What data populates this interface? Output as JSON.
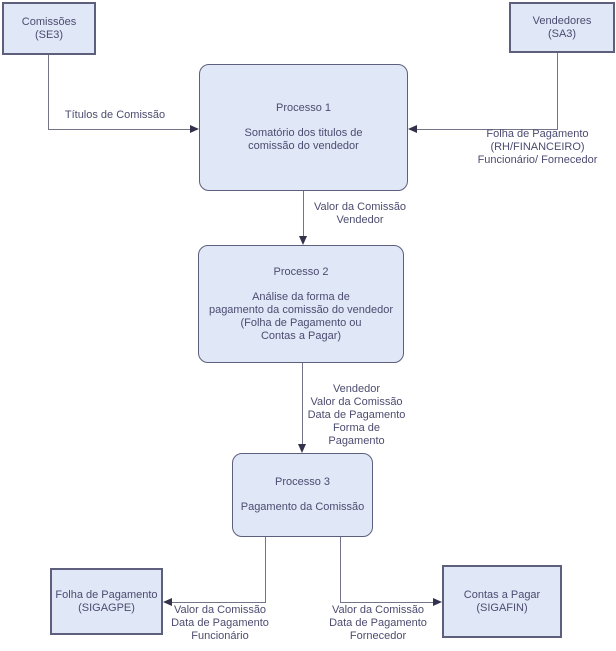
{
  "colors": {
    "box_fill": "#e0e7f7",
    "box_border": "#5e5f7d",
    "text": "#4c4c70",
    "line": "#73738a",
    "arrow": "#32324c",
    "bg": "#ffffff"
  },
  "nodes": {
    "comissoes": {
      "lines": [
        "Comissões",
        "(SE3)"
      ]
    },
    "vendedores": {
      "lines": [
        "Vendedores",
        "(SA3)"
      ]
    },
    "processo1": {
      "title": "Processo 1",
      "body": [
        "Somatório dos titulos de",
        "comissão do vendedor"
      ]
    },
    "processo2": {
      "title": "Processo 2",
      "body": [
        "Análise da forma de",
        "pagamento da comissão do vendedor",
        "(Folha de Pagamento ou",
        "Contas a Pagar)"
      ]
    },
    "processo3": {
      "title": "Processo 3",
      "body": [
        "Pagamento da Comissão"
      ]
    },
    "folha_pagamento": {
      "lines": [
        "Folha de Pagamento",
        "(SIGAGPE)"
      ]
    },
    "contas_pagar": {
      "lines": [
        "Contas a Pagar",
        "(SIGAFIN)"
      ]
    }
  },
  "edge_labels": {
    "titulos_comissao": [
      "Títulos de Comissão"
    ],
    "folha_rh": [
      "Folha de Pagamento",
      "(RH/FINANCEIRO)",
      "Funcionário/ Fornecedor"
    ],
    "valor_comissao_vendedor": [
      "Valor da Comissão",
      "Vendedor"
    ],
    "vendedor_detalhes": [
      "Vendedor",
      "Valor da Comissão",
      "Data de Pagamento",
      "Forma de Pagamento"
    ],
    "saida_funcionario": [
      "Valor da Comissão",
      "Data de Pagamento",
      "Funcionário"
    ],
    "saida_fornecedor": [
      "Valor da Comissão",
      "Data de Pagamento",
      "Fornecedor"
    ]
  }
}
